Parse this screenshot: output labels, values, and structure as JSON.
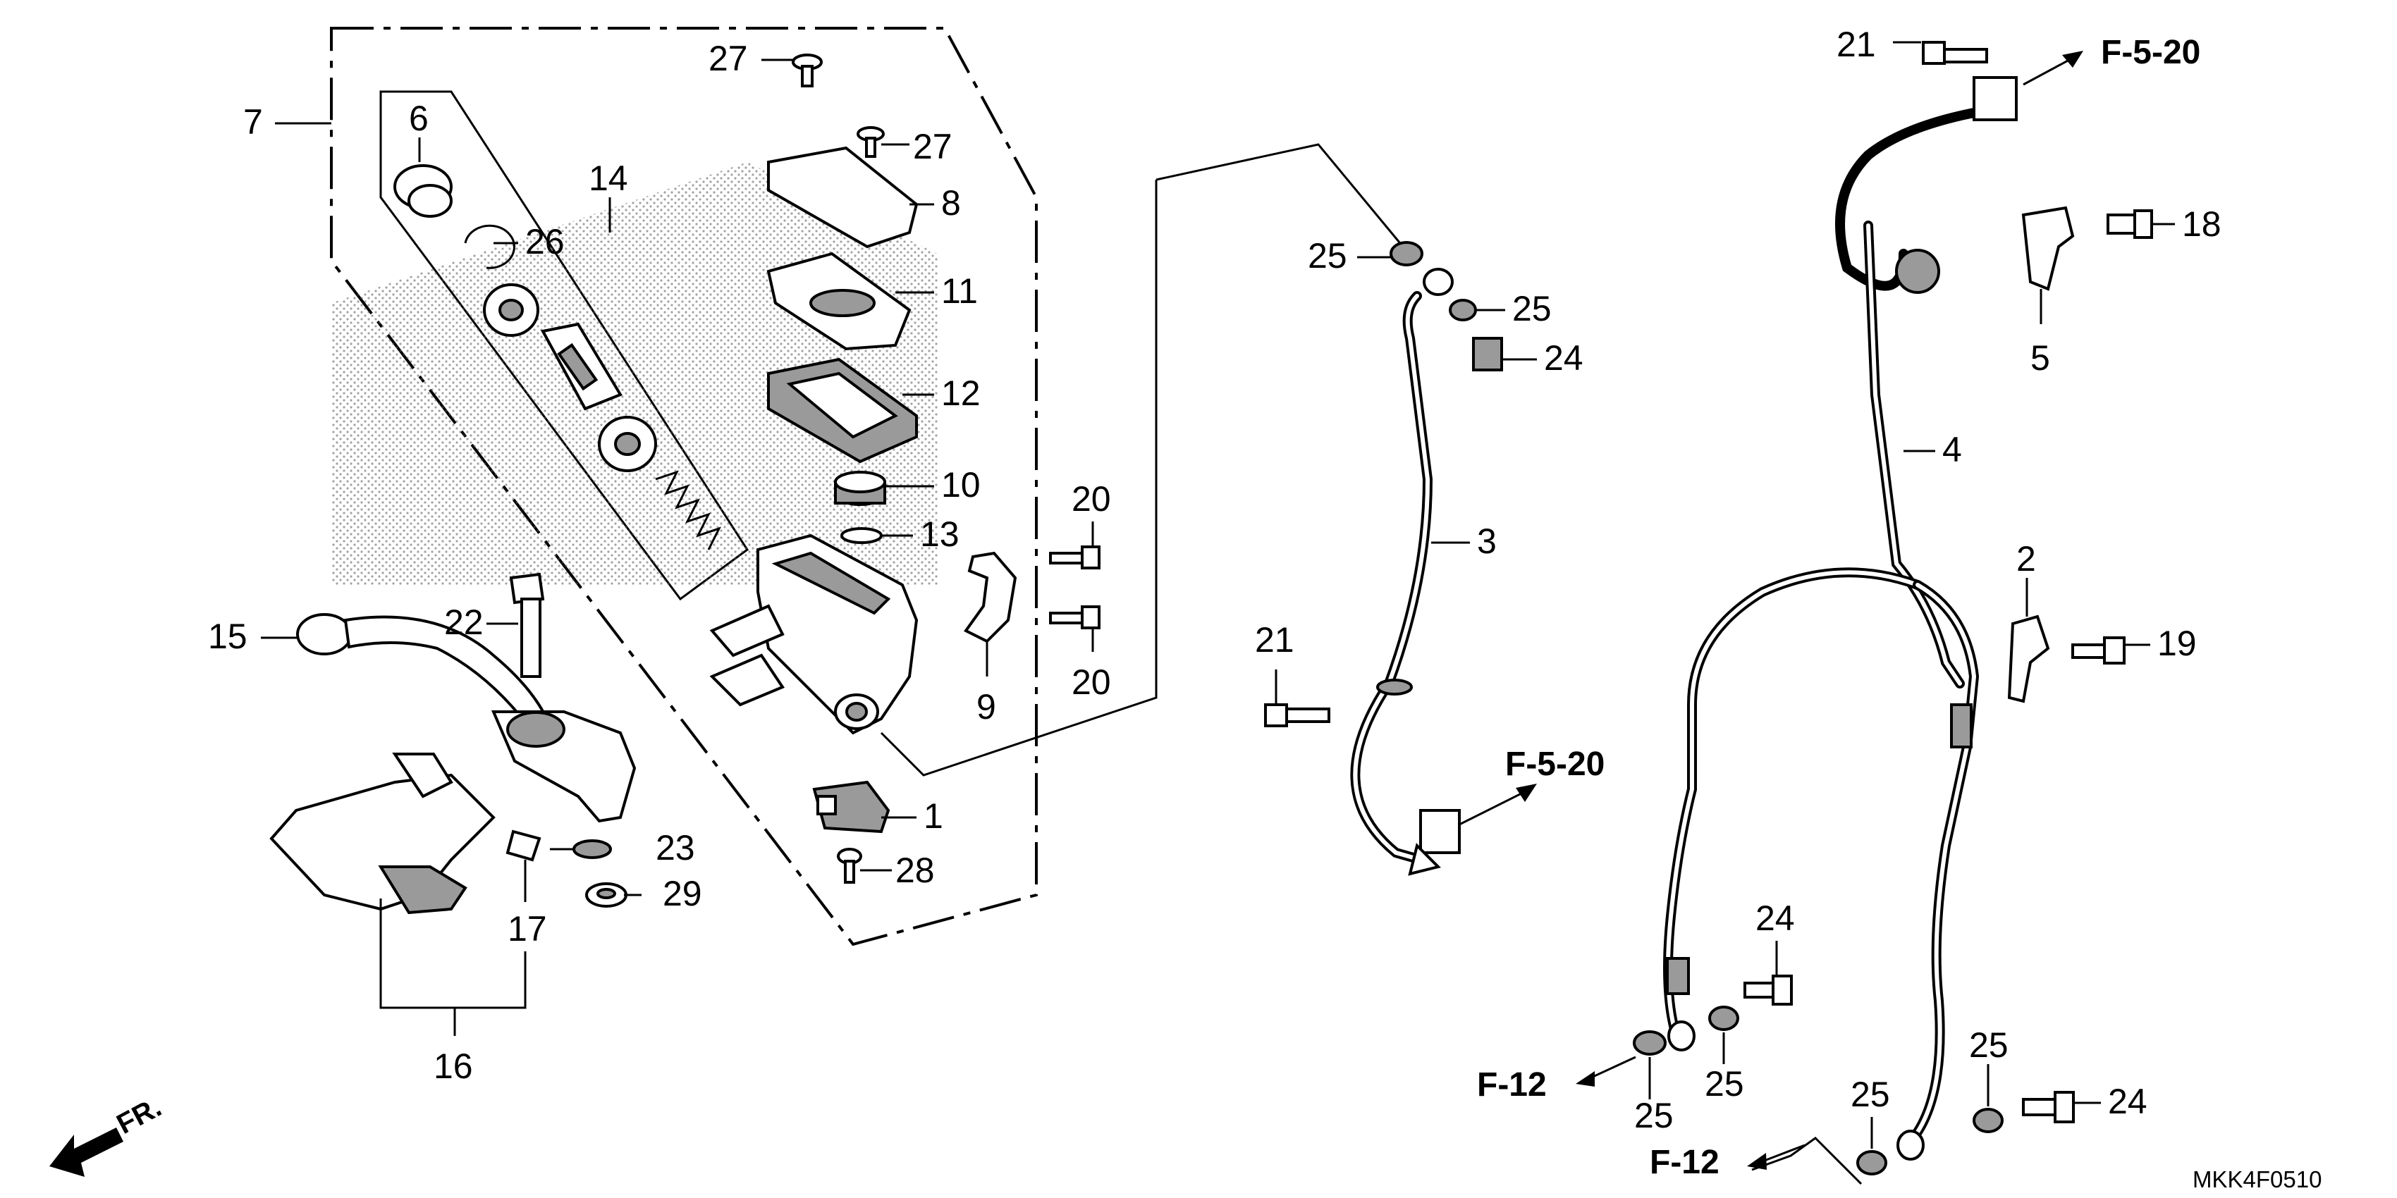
{
  "diagram": {
    "code": "MKK4F0510",
    "front_mark": "FR.",
    "references": {
      "f520_top": "F-5-20",
      "f520_mid": "F-5-20",
      "f12_left": "F-12",
      "f12_bottom": "F-12"
    },
    "callouts": {
      "c1": "1",
      "c2": "2",
      "c3": "3",
      "c4": "4",
      "c5": "5",
      "c6": "6",
      "c7": "7",
      "c8": "8",
      "c9": "9",
      "c10": "10",
      "c11": "11",
      "c12": "12",
      "c13": "13",
      "c14": "14",
      "c15": "15",
      "c16": "16",
      "c17": "17",
      "c18": "18",
      "c19": "19",
      "c20a": "20",
      "c20b": "20",
      "c21a": "21",
      "c21b": "21",
      "c22": "22",
      "c23": "23",
      "c24a": "24",
      "c24b": "24",
      "c24c": "24",
      "c25a": "25",
      "c25b": "25",
      "c25c": "25",
      "c25d": "25",
      "c25e": "25",
      "c25f": "25",
      "c26": "26",
      "c27a": "27",
      "c27b": "27",
      "c28": "28",
      "c29": "29"
    },
    "colors": {
      "line": "#000000",
      "background": "#ffffff",
      "shade": "#9a9a9a"
    }
  }
}
